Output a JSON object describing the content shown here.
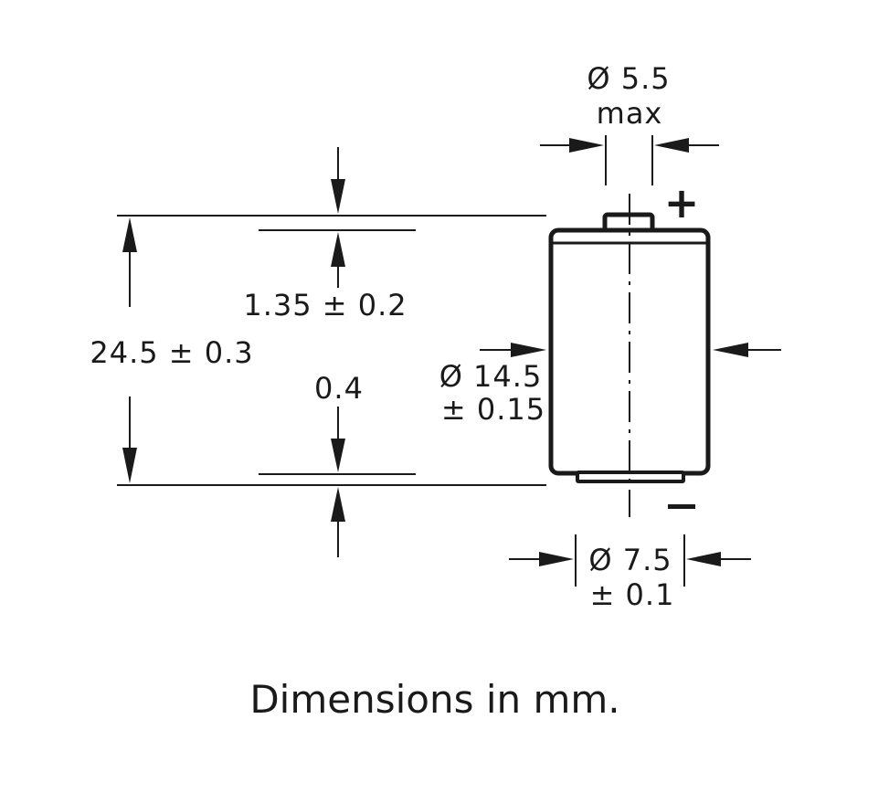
{
  "dimensions": {
    "terminal_diameter": "Ø 5.5",
    "terminal_diameter_note": "max",
    "height_total": "24.5 ± 0.3",
    "top_cap_height": "1.35 ± 0.2",
    "bottom_insulator_height": "0.4",
    "body_diameter": "Ø 14.5",
    "body_diameter_tolerance": "± 0.15",
    "base_diameter": "Ø 7.5",
    "base_diameter_tolerance": "± 0.1"
  },
  "polarity": {
    "positive": "+",
    "negative": "–"
  },
  "caption": "Dimensions in mm."
}
